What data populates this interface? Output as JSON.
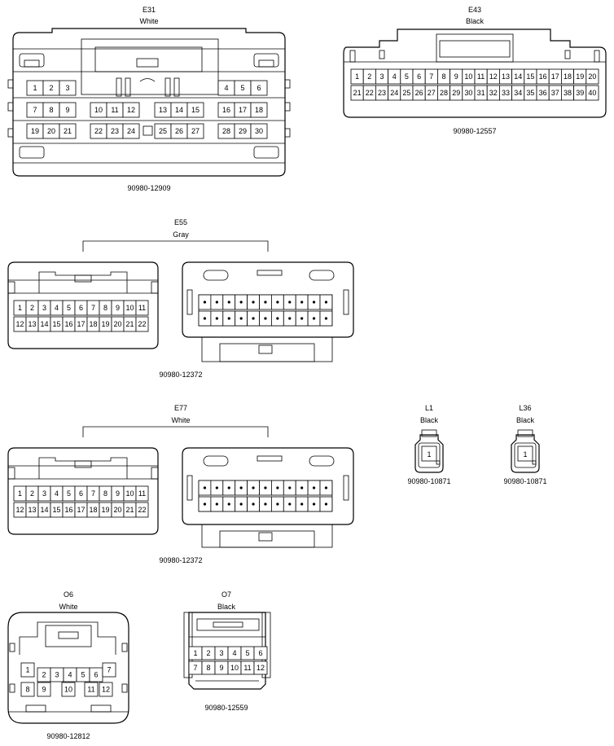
{
  "connectors": {
    "E31": {
      "id": "E31",
      "color": "White",
      "part": "90980-12909",
      "pins": [
        "1",
        "2",
        "3",
        "4",
        "5",
        "6",
        "7",
        "8",
        "9",
        "10",
        "11",
        "12",
        "13",
        "14",
        "15",
        "16",
        "17",
        "18",
        "19",
        "20",
        "21",
        "22",
        "23",
        "24",
        "25",
        "26",
        "27",
        "28",
        "29",
        "30"
      ]
    },
    "E43": {
      "id": "E43",
      "color": "Black",
      "part": "90980-12557",
      "pins": [
        "1",
        "2",
        "3",
        "4",
        "5",
        "6",
        "7",
        "8",
        "9",
        "10",
        "11",
        "12",
        "13",
        "14",
        "15",
        "16",
        "17",
        "18",
        "19",
        "20",
        "21",
        "22",
        "23",
        "24",
        "25",
        "26",
        "27",
        "28",
        "29",
        "30",
        "31",
        "32",
        "33",
        "34",
        "35",
        "36",
        "37",
        "38",
        "39",
        "40"
      ]
    },
    "E55": {
      "id": "E55",
      "color": "Gray",
      "part": "90980-12372",
      "pins": [
        "1",
        "2",
        "3",
        "4",
        "5",
        "6",
        "7",
        "8",
        "9",
        "10",
        "11",
        "12",
        "13",
        "14",
        "15",
        "16",
        "17",
        "18",
        "19",
        "20",
        "21",
        "22"
      ]
    },
    "E77": {
      "id": "E77",
      "color": "White",
      "part": "90980-12372",
      "pins": [
        "1",
        "2",
        "3",
        "4",
        "5",
        "6",
        "7",
        "8",
        "9",
        "10",
        "11",
        "12",
        "13",
        "14",
        "15",
        "16",
        "17",
        "18",
        "19",
        "20",
        "21",
        "22"
      ]
    },
    "L1": {
      "id": "L1",
      "color": "Black",
      "part": "90980-10871",
      "pins": [
        "1"
      ]
    },
    "L36": {
      "id": "L36",
      "color": "Black",
      "part": "90980-10871",
      "pins": [
        "1"
      ]
    },
    "O6": {
      "id": "O6",
      "color": "White",
      "part": "90980-12812",
      "pins": [
        "1",
        "2",
        "3",
        "4",
        "5",
        "6",
        "7",
        "8",
        "9",
        "10",
        "11",
        "12"
      ]
    },
    "O7": {
      "id": "O7",
      "color": "Black",
      "part": "90980-12559",
      "pins": [
        "1",
        "2",
        "3",
        "4",
        "5",
        "6",
        "7",
        "8",
        "9",
        "10",
        "11",
        "12"
      ]
    }
  }
}
